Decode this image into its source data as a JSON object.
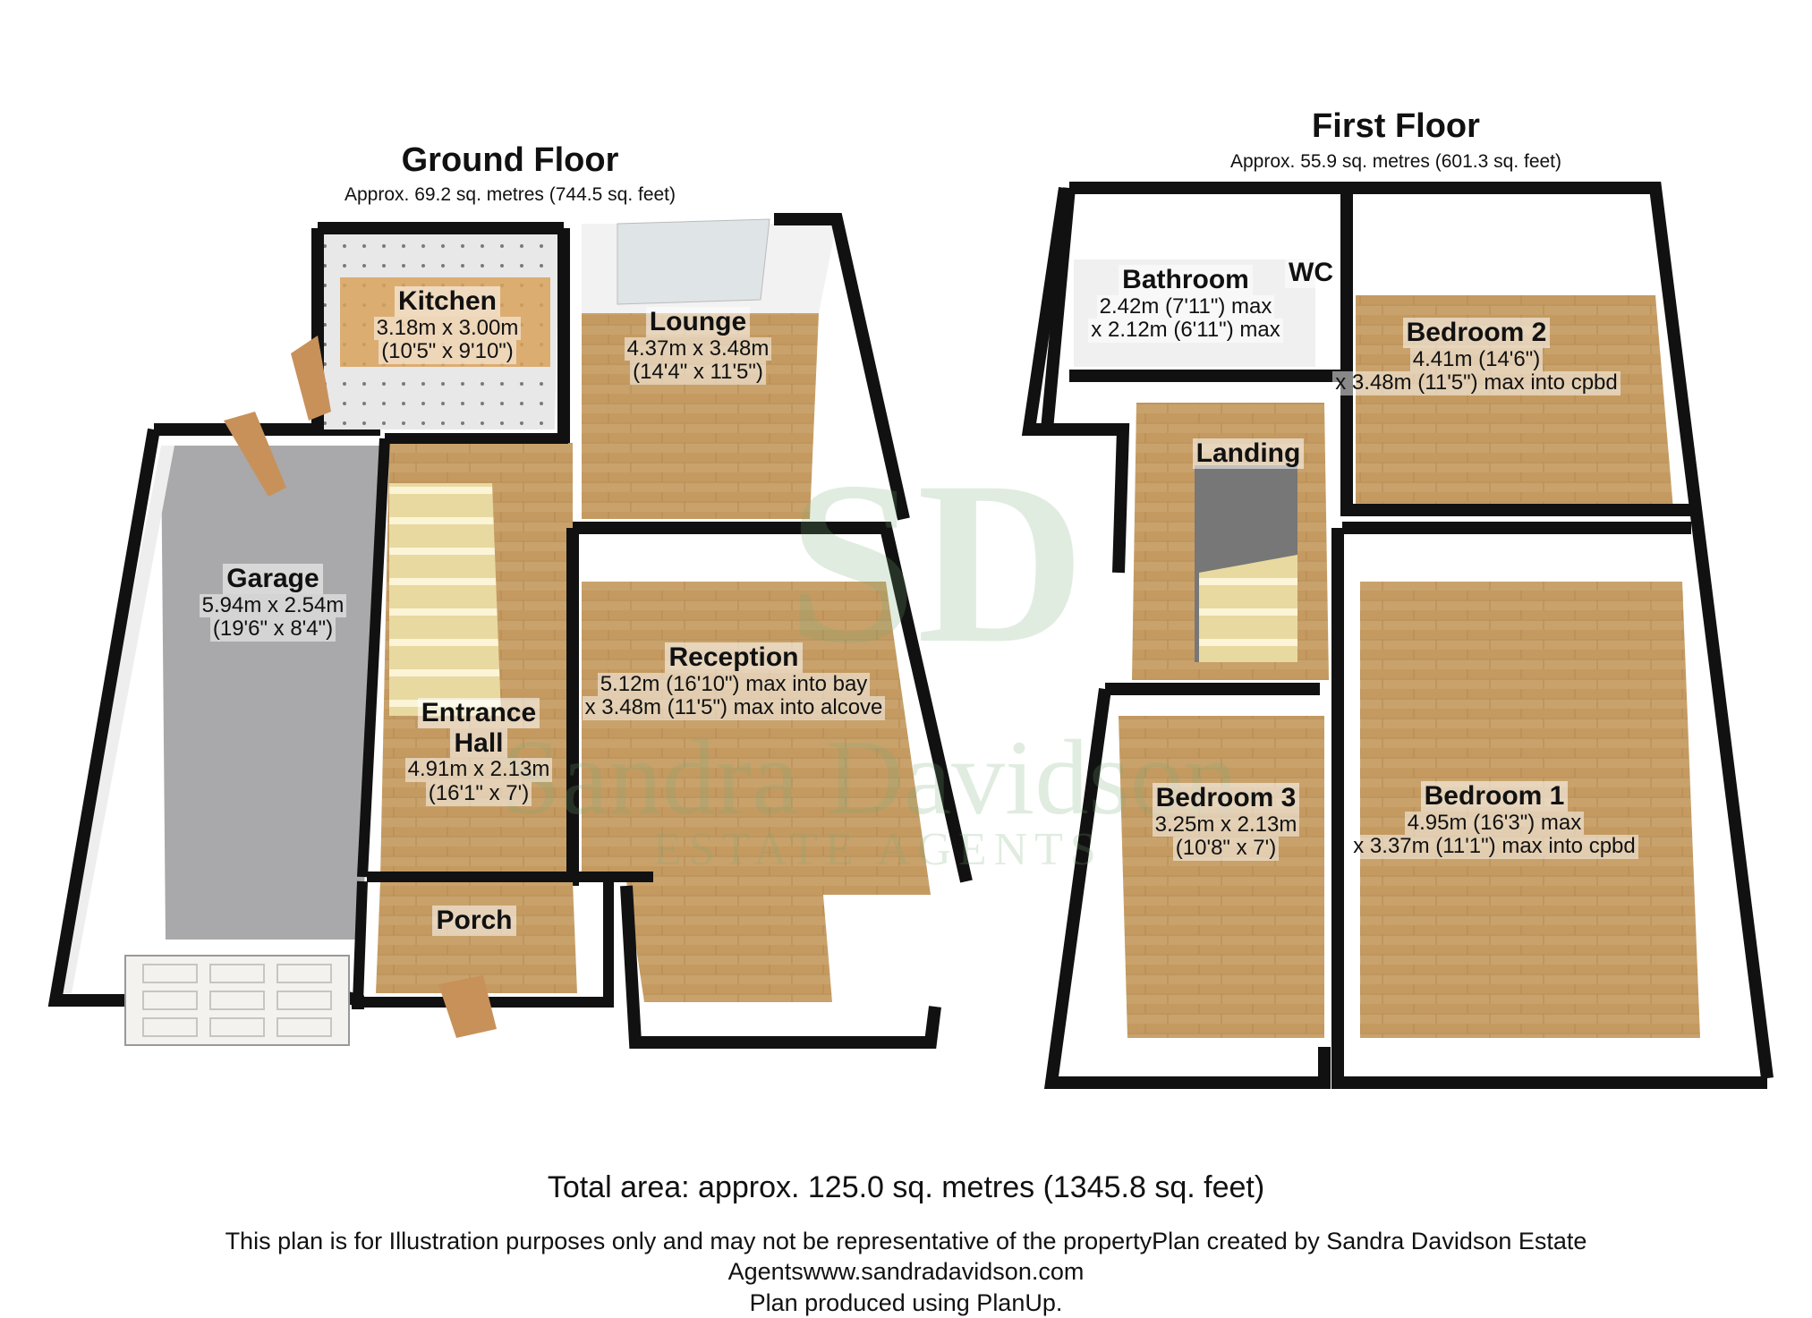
{
  "ground_floor": {
    "title": "Ground Floor",
    "area": "Approx. 69.2 sq. metres (744.5 sq. feet)",
    "rooms": {
      "kitchen": {
        "name": "Kitchen",
        "dims": [
          "3.18m x 3.00m",
          "(10'5\" x 9'10\")"
        ]
      },
      "lounge": {
        "name": "Lounge",
        "dims": [
          "4.37m x 3.48m",
          "(14'4\" x 11'5\")"
        ]
      },
      "garage": {
        "name": "Garage",
        "dims": [
          "5.94m x 2.54m",
          "(19'6\" x 8'4\")"
        ]
      },
      "reception": {
        "name": "Reception",
        "dims": [
          "5.12m (16'10\") max into bay",
          "x 3.48m (11'5\") max into alcove"
        ]
      },
      "entrance_hall": {
        "name": [
          "Entrance",
          "Hall"
        ],
        "dims": [
          "4.91m x 2.13m",
          "(16'1\" x 7')"
        ]
      },
      "porch": {
        "name": "Porch"
      }
    }
  },
  "first_floor": {
    "title": "First Floor",
    "area": "Approx. 55.9 sq. metres (601.3 sq. feet)",
    "rooms": {
      "bathroom": {
        "name": "Bathroom",
        "dims": [
          "2.42m (7'11\") max",
          "x 2.12m (6'11\") max"
        ]
      },
      "wc": {
        "name": "WC"
      },
      "bedroom2": {
        "name": "Bedroom 2",
        "dims": [
          "4.41m (14'6\")",
          "x 3.48m (11'5\") max into cpbd"
        ]
      },
      "landing": {
        "name": "Landing"
      },
      "bedroom3": {
        "name": "Bedroom 3",
        "dims": [
          "3.25m x 2.13m",
          "(10'8\" x 7')"
        ]
      },
      "bedroom1": {
        "name": "Bedroom 1",
        "dims": [
          "4.95m (16'3\") max",
          "x 3.37m (11'1\") max into cpbd"
        ]
      }
    }
  },
  "watermark": {
    "monogram": "SD",
    "name": "Sandra Davidson",
    "tagline": "ESTATE AGENTS"
  },
  "footer": {
    "total": "Total area: approx. 125.0 sq. metres (1345.8 sq. feet)",
    "disclaimer": [
      "This plan is for Illustration purposes only and may not be representative of the propertyPlan created by Sandra Davidson Estate",
      "Agentswww.sandradavidson.com",
      "Plan produced using PlanUp."
    ]
  },
  "colors": {
    "wall": "#111111",
    "wood_floor": "#c9a26b",
    "garage_floor": "#a9a9ab",
    "kitchen_floor": "#e6e6e6",
    "stairs": "#e8d9a0"
  }
}
